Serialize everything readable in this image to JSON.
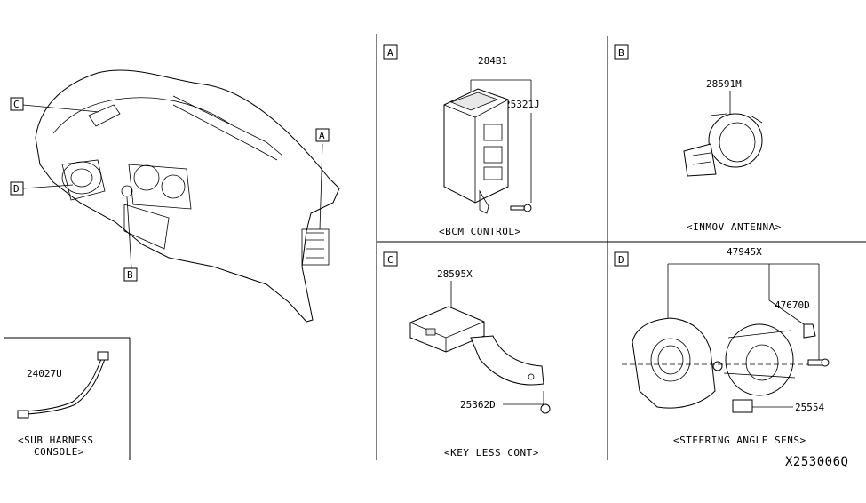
{
  "diagram_code": "X253006Q",
  "panels": {
    "A": {
      "tag": "A",
      "caption": "<BCM CONTROL>",
      "parts": [
        "284B1",
        "25321J"
      ]
    },
    "B": {
      "tag": "B",
      "caption": "<INMOV ANTENNA>",
      "parts": [
        "28591M"
      ]
    },
    "C": {
      "tag": "C",
      "caption": "<KEY LESS CONT>",
      "parts": [
        "28595X",
        "25362D"
      ]
    },
    "D": {
      "tag": "D",
      "caption": "<STEERING ANGLE SENS>",
      "parts": [
        "47945X",
        "47670D",
        "25554"
      ]
    },
    "sub_harness": {
      "part": "24027U",
      "caption_line1": "<SUB HARNESS",
      "caption_line2": "CONSOLE>"
    },
    "overview_callouts": [
      "A",
      "B",
      "C",
      "D"
    ]
  }
}
